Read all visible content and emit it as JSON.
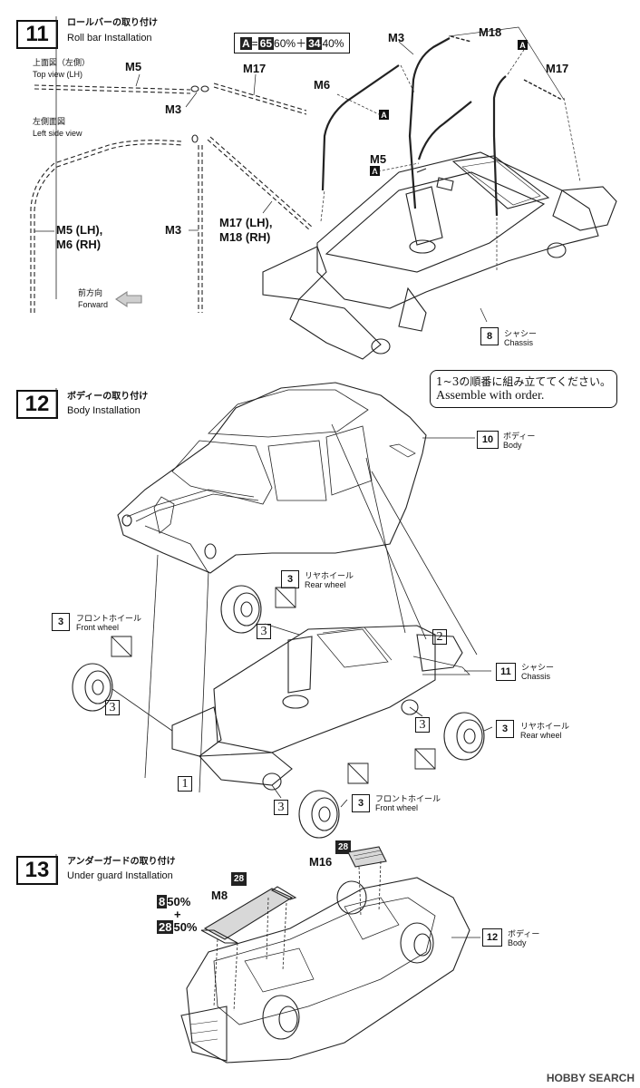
{
  "step11": {
    "number": "11",
    "title_jp": "ロールバーの取り付け",
    "title_en": "Roll bar Installation",
    "top_view_jp": "上面図（左側）",
    "top_view_en": "Top view (LH)",
    "side_view_jp": "左側面図",
    "side_view_en": "Left side view",
    "forward_jp": "前方向",
    "forward_en": "Forward",
    "color_note": {
      "a": "A",
      "eq": "=",
      "c1": "65",
      "p1": "60%＋",
      "c2": "34",
      "p2": "40%"
    },
    "parts": {
      "m5_top": "M5",
      "m17_top": "M17",
      "m3_top": "M3",
      "m5_lh": "M5 (LH),",
      "m6_rh": "M6 (RH)",
      "m3_side": "M3",
      "m17_lh": "M17 (LH),",
      "m18_rh": "M18 (RH)",
      "m3_iso": "M3",
      "m18_iso": "M18",
      "m6_iso": "M6",
      "m17_iso": "M17",
      "m5_iso": "M5"
    },
    "paint_marks": [
      "A",
      "A",
      "A"
    ],
    "chassis_ref": {
      "num": "8",
      "jp": "シャシー",
      "en": "Chassis"
    }
  },
  "step12": {
    "number": "12",
    "title_jp": "ボディーの取り付け",
    "title_en": "Body Installation",
    "order_note_jp": "1~3の順番に組み立ててください。",
    "order_note_en": "Assemble with order.",
    "body_ref": {
      "num": "10",
      "jp": "ボディー",
      "en": "Body"
    },
    "rear_wheel_ref_top": {
      "num": "3",
      "jp": "リヤホイール",
      "en": "Rear wheel"
    },
    "front_wheel_ref_left": {
      "num": "3",
      "jp": "フロントホイール",
      "en": "Front wheel"
    },
    "chassis_ref": {
      "num": "11",
      "jp": "シャシー",
      "en": "Chassis"
    },
    "rear_wheel_ref_right": {
      "num": "3",
      "jp": "リヤホイール",
      "en": "Rear wheel"
    },
    "front_wheel_ref_bottom": {
      "num": "3",
      "jp": "フロントホイール",
      "en": "Front wheel"
    },
    "order_marks": [
      "1",
      "2",
      "3",
      "3",
      "3",
      "3"
    ]
  },
  "step13": {
    "number": "13",
    "title_jp": "アンダーガードの取り付け",
    "title_en": "Under guard Installation",
    "parts": {
      "m16": "M16",
      "m8": "M8",
      "stamp": "28"
    },
    "color_mix": {
      "c1": "8",
      "p1": "50%",
      "plus": "+",
      "c2": "28",
      "p2": "50%"
    },
    "body_ref": {
      "num": "12",
      "jp": "ボディー",
      "en": "Body"
    }
  },
  "watermark": "HOBBY SEARCH"
}
